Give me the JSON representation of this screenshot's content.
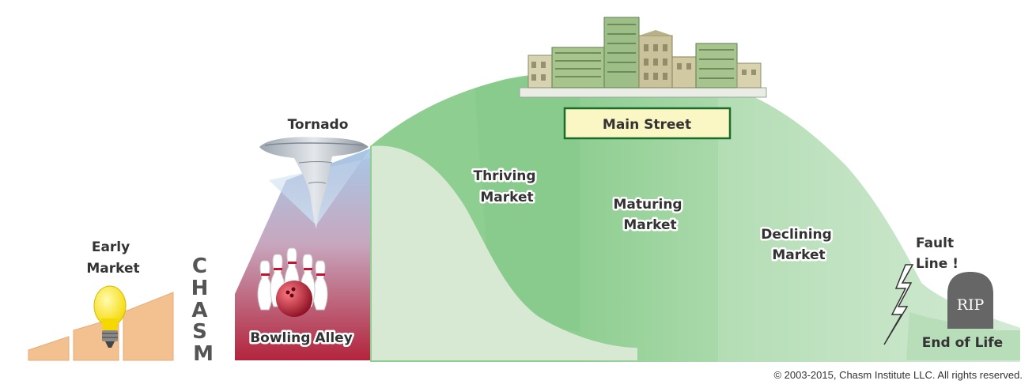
{
  "labels": {
    "early_market": [
      "Early",
      "Market"
    ],
    "chasm": [
      "C",
      "H",
      "A",
      "S",
      "M"
    ],
    "tornado": "Tornado",
    "bowling_alley": "Bowling Alley",
    "main_street": "Main Street",
    "thriving_market": [
      "Thriving",
      "Market"
    ],
    "maturing_market": [
      "Maturing",
      "Market"
    ],
    "declining_market": [
      "Declining",
      "Market"
    ],
    "fault_line": [
      "Fault",
      "Line !"
    ],
    "rip": "RIP",
    "end_of_life": "End of Life"
  },
  "copyright": "© 2003-2015, Chasm Institute LLC. All rights reserved.",
  "colors": {
    "early_market_steps": "#f3c08f",
    "bulb": "#ffee22",
    "bowling_gradient_top": "#a0c4e4",
    "bowling_gradient_bottom": "#b7223a",
    "main_green": "#8ecf91",
    "dark_green": "#83c98a",
    "light_green": "#d8e9d3",
    "main_street_box": "#fbf7c4",
    "main_street_border": "#1b6b2b",
    "tombstone": "#666666"
  },
  "icons": [
    "light-bulb-icon",
    "tornado-icon",
    "bowling-pins-icon",
    "bowling-ball-icon",
    "city-skyline-icon",
    "lightning-icon",
    "tombstone-icon"
  ]
}
